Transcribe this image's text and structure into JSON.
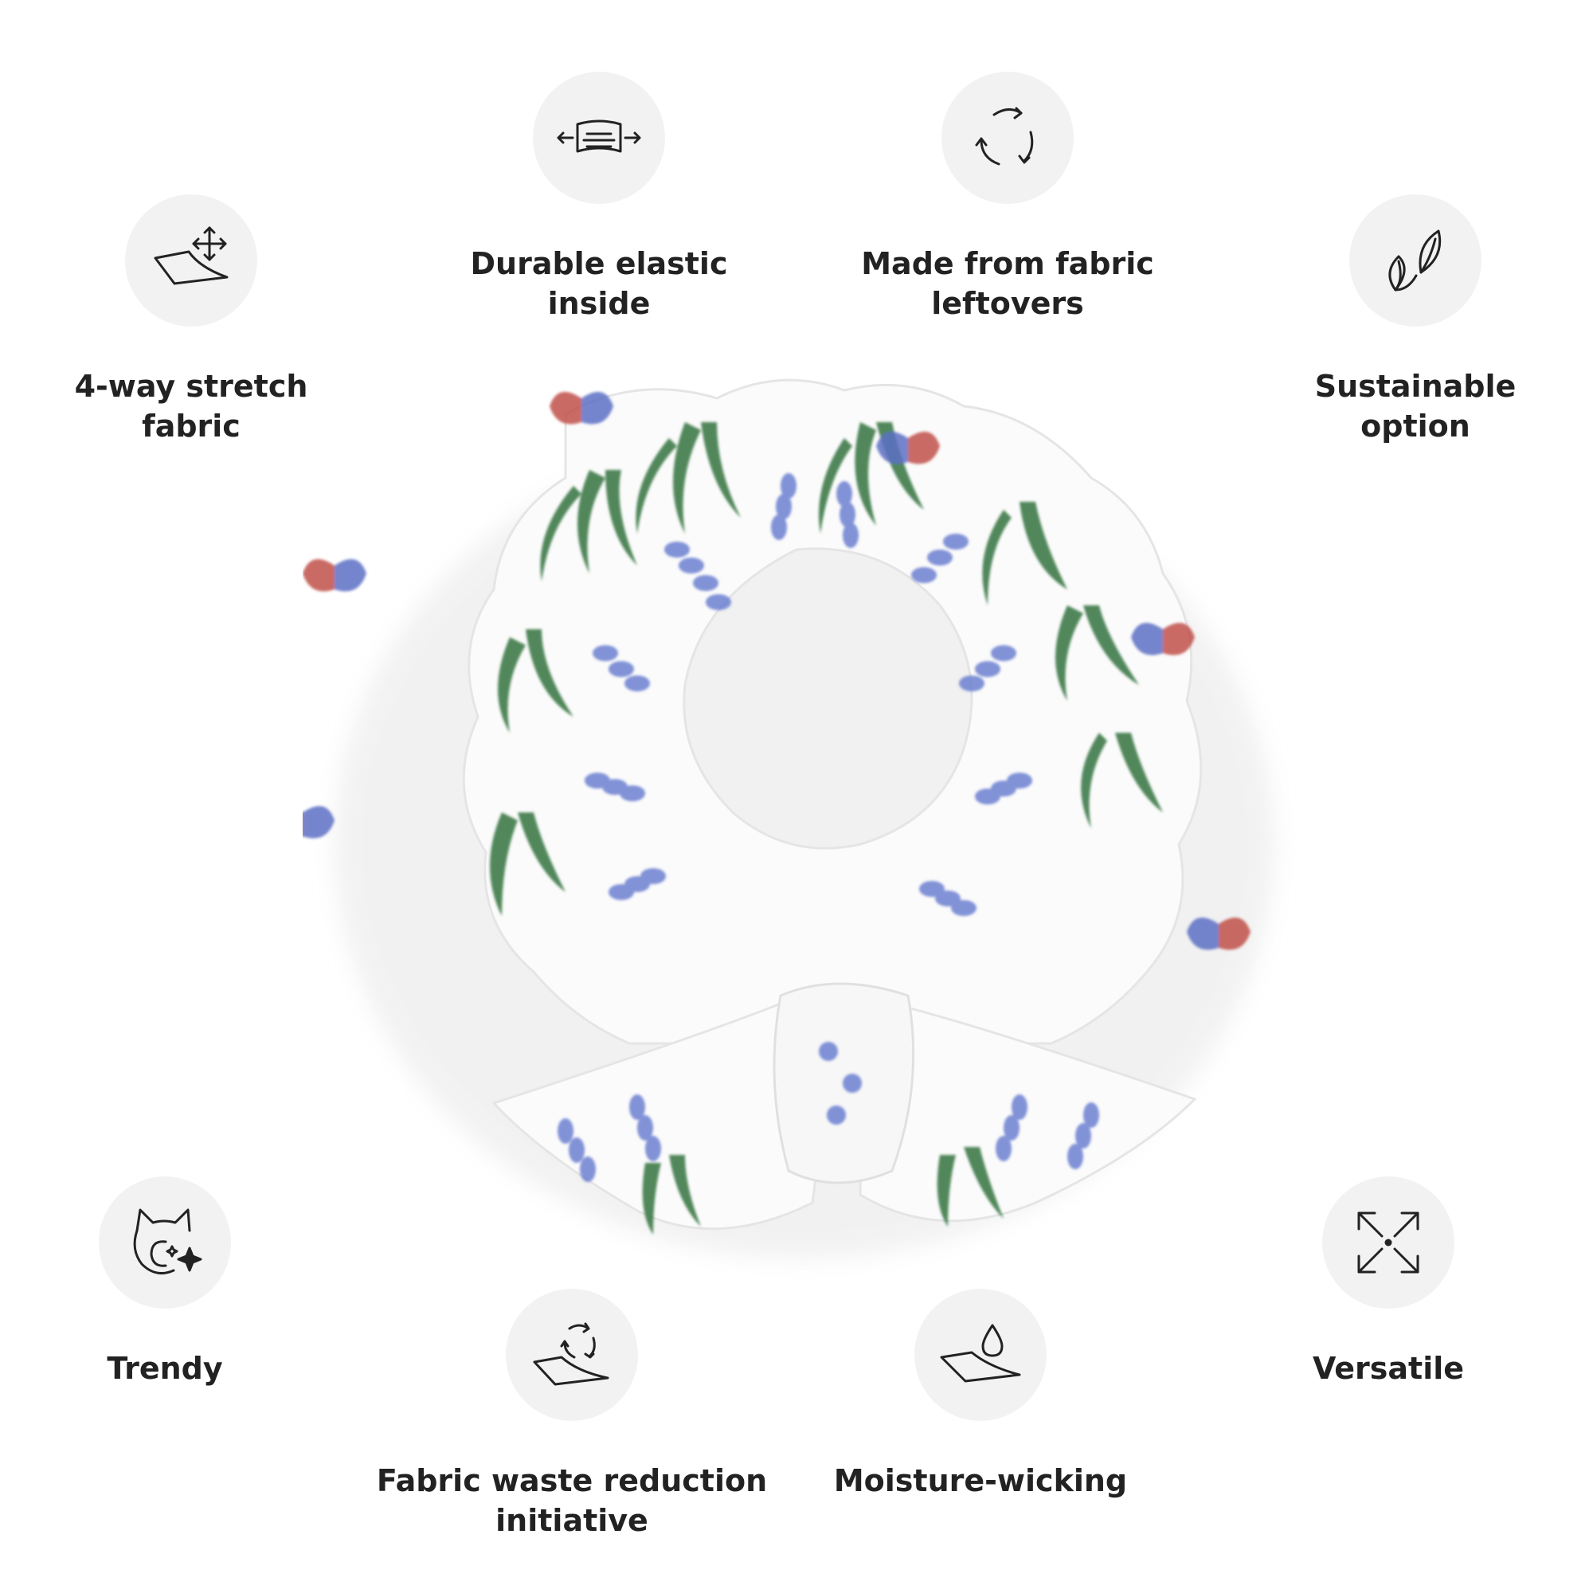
{
  "features": [
    {
      "id": "stretch",
      "label": "4-way stretch\nfabric",
      "icon": "four-way-stretch-icon"
    },
    {
      "id": "elastic",
      "label": "Durable elastic\ninside",
      "icon": "elastic-band-icon"
    },
    {
      "id": "leftovers",
      "label": "Made from fabric\nleftovers",
      "icon": "recycle-icon"
    },
    {
      "id": "sustainable",
      "label": "Sustainable\noption",
      "icon": "leaves-icon"
    },
    {
      "id": "trendy",
      "label": "Trendy",
      "icon": "cat-sparkle-icon"
    },
    {
      "id": "waste",
      "label": "Fabric waste reduction\ninitiative",
      "icon": "fabric-recycle-icon"
    },
    {
      "id": "moisture",
      "label": "Moisture-wicking",
      "icon": "water-drop-icon"
    },
    {
      "id": "versatile",
      "label": "Versatile",
      "icon": "expand-arrows-icon"
    }
  ],
  "colors": {
    "icon_bg": "#f2f2f2",
    "text": "#222222",
    "leaf": "#3f7a4a",
    "lavender": "#5b6fc4",
    "butterfly": "#c0504a"
  }
}
